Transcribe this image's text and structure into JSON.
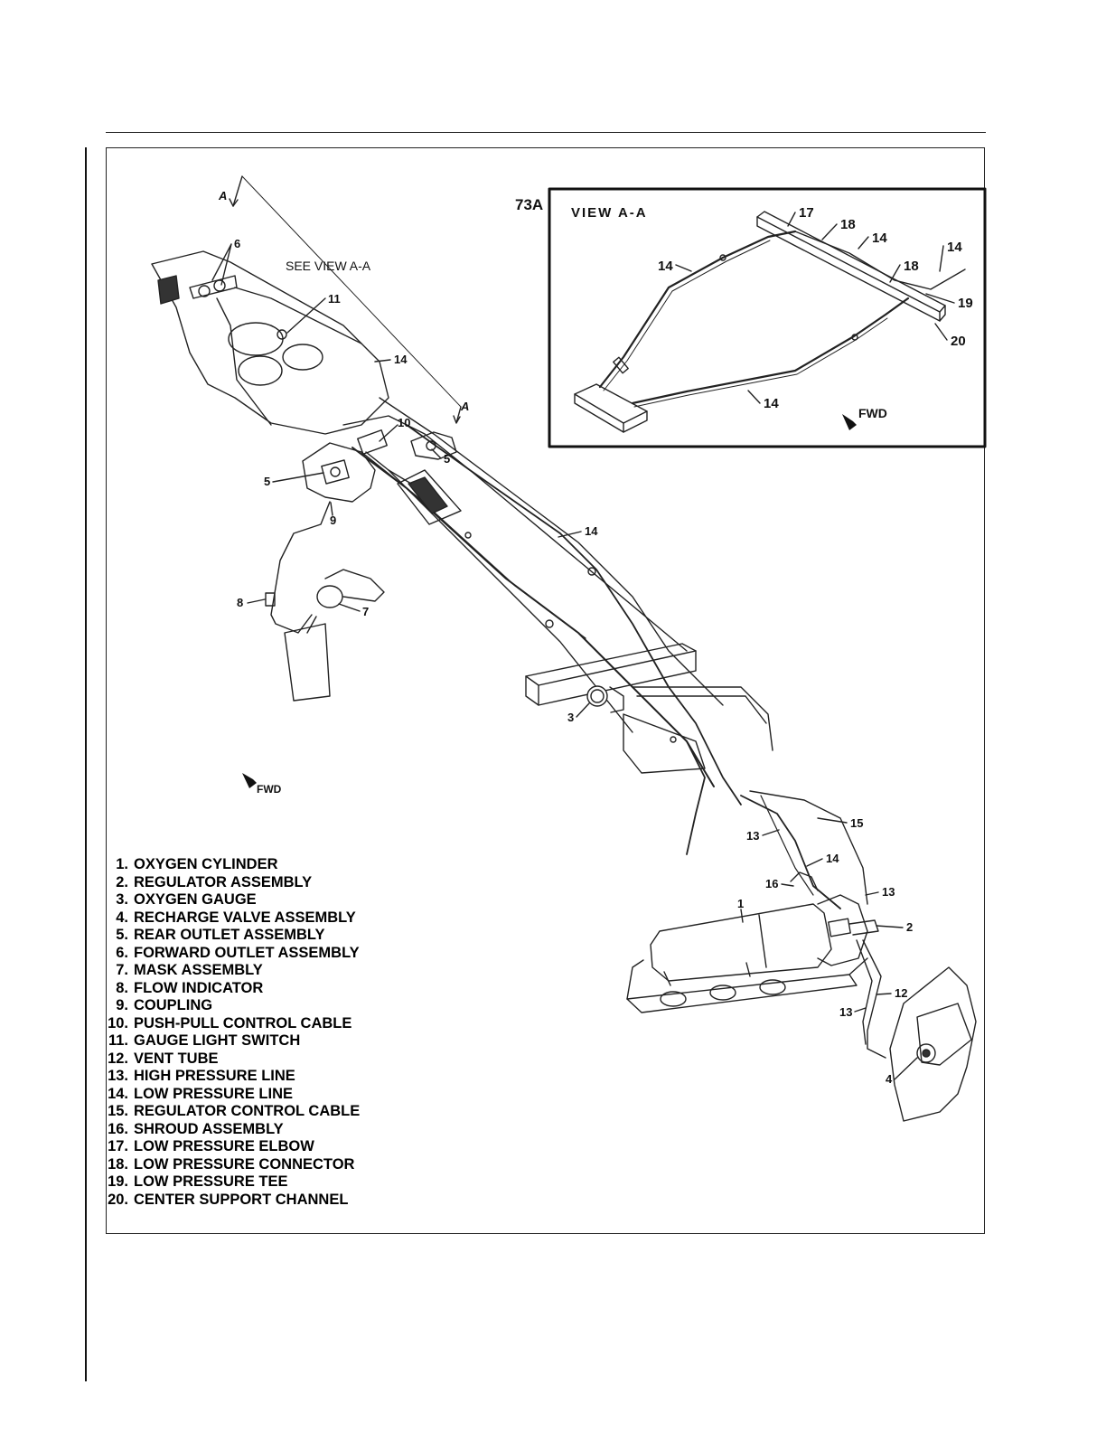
{
  "figure": {
    "inset_tag": "73A",
    "see_view_note": "SEE VIEW A-A",
    "section_marker": "A",
    "fwd_label": "FWD",
    "inset": {
      "title": "VIEW A-A",
      "fwd_label": "FWD",
      "callouts": {
        "c14a": "14",
        "c14b": "14",
        "c14c": "14",
        "c14d": "14",
        "c17": "17",
        "c18a": "18",
        "c18b": "18",
        "c19": "19",
        "c20": "20"
      }
    },
    "callouts": {
      "c1": "1",
      "c2": "2",
      "c3": "3",
      "c4": "4",
      "c5a": "5",
      "c5b": "5",
      "c6": "6",
      "c7": "7",
      "c8": "8",
      "c9": "9",
      "c10": "10",
      "c11": "11",
      "c12": "12",
      "c13a": "13",
      "c13b": "13",
      "c13c": "13",
      "c14a": "14",
      "c14b": "14",
      "c14c": "14",
      "c15": "15",
      "c16": "16"
    }
  },
  "legend": [
    {
      "num": "1.",
      "text": "OXYGEN CYLINDER"
    },
    {
      "num": "2.",
      "text": "REGULATOR ASSEMBLY"
    },
    {
      "num": "3.",
      "text": "OXYGEN GAUGE"
    },
    {
      "num": "4.",
      "text": "RECHARGE VALVE ASSEMBLY"
    },
    {
      "num": "5.",
      "text": "REAR OUTLET ASSEMBLY"
    },
    {
      "num": "6.",
      "text": "FORWARD OUTLET ASSEMBLY"
    },
    {
      "num": "7.",
      "text": "MASK ASSEMBLY"
    },
    {
      "num": "8.",
      "text": "FLOW INDICATOR"
    },
    {
      "num": "9.",
      "text": "COUPLING"
    },
    {
      "num": "10.",
      "text": "PUSH-PULL CONTROL CABLE"
    },
    {
      "num": "11.",
      "text": "GAUGE LIGHT SWITCH"
    },
    {
      "num": "12.",
      "text": "VENT TUBE"
    },
    {
      "num": "13.",
      "text": "HIGH PRESSURE LINE"
    },
    {
      "num": "14.",
      "text": "LOW PRESSURE LINE"
    },
    {
      "num": "15.",
      "text": "REGULATOR CONTROL CABLE"
    },
    {
      "num": "16.",
      "text": "SHROUD ASSEMBLY"
    },
    {
      "num": "17.",
      "text": "LOW PRESSURE ELBOW"
    },
    {
      "num": "18.",
      "text": "LOW PRESSURE CONNECTOR"
    },
    {
      "num": "19.",
      "text": "LOW PRESSURE TEE"
    },
    {
      "num": "20.",
      "text": "CENTER SUPPORT CHANNEL"
    }
  ]
}
